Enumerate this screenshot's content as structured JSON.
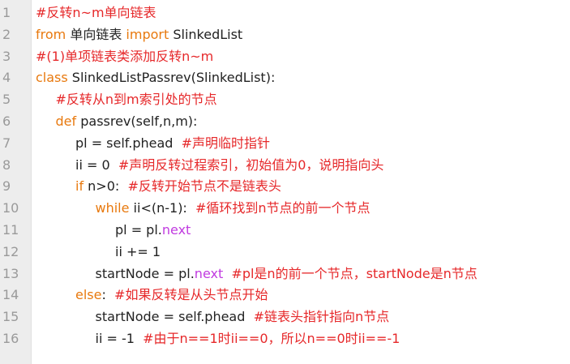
{
  "editor": {
    "lines": [
      {
        "num": "1",
        "indent": 0,
        "tokens": [
          {
            "t": "cm",
            "v": "#反转n~m单向链表"
          }
        ]
      },
      {
        "num": "2",
        "indent": 0,
        "tokens": [
          {
            "t": "kw",
            "v": "from"
          },
          {
            "t": "tx",
            "v": " 单向链表 "
          },
          {
            "t": "kw",
            "v": "import"
          },
          {
            "t": "tx",
            "v": " SlinkedList"
          }
        ]
      },
      {
        "num": "3",
        "indent": 0,
        "tokens": [
          {
            "t": "cm",
            "v": "#(1)单项链表类添加反转n~m"
          }
        ]
      },
      {
        "num": "4",
        "indent": 0,
        "tokens": [
          {
            "t": "kw",
            "v": "class"
          },
          {
            "t": "tx",
            "v": " SlinkedListPassrev(SlinkedList):"
          }
        ]
      },
      {
        "num": "5",
        "indent": 1,
        "tokens": [
          {
            "t": "cm",
            "v": "#反转从n到m索引处的节点"
          }
        ]
      },
      {
        "num": "6",
        "indent": 1,
        "tokens": [
          {
            "t": "kw",
            "v": "def"
          },
          {
            "t": "tx",
            "v": " passrev(self,n,m):"
          }
        ]
      },
      {
        "num": "7",
        "indent": 2,
        "tokens": [
          {
            "t": "tx",
            "v": "pl = self.phead  "
          },
          {
            "t": "cm",
            "v": "#声明临时指针"
          }
        ]
      },
      {
        "num": "8",
        "indent": 2,
        "tokens": [
          {
            "t": "tx",
            "v": "ii = 0  "
          },
          {
            "t": "cm",
            "v": "#声明反转过程索引，初始值为0，说明指向头"
          }
        ]
      },
      {
        "num": "9",
        "indent": 2,
        "tokens": [
          {
            "t": "kw",
            "v": "if"
          },
          {
            "t": "tx",
            "v": " n>0:  "
          },
          {
            "t": "cm",
            "v": "#反转开始节点不是链表头"
          }
        ]
      },
      {
        "num": "10",
        "indent": 3,
        "tokens": [
          {
            "t": "kw",
            "v": "while"
          },
          {
            "t": "tx",
            "v": " ii<(n-1):  "
          },
          {
            "t": "cm",
            "v": "#循环找到n节点的前一个节点"
          }
        ]
      },
      {
        "num": "11",
        "indent": 4,
        "tokens": [
          {
            "t": "tx",
            "v": "pl = pl."
          },
          {
            "t": "attr",
            "v": "next"
          }
        ]
      },
      {
        "num": "12",
        "indent": 4,
        "tokens": [
          {
            "t": "tx",
            "v": "ii += 1"
          }
        ]
      },
      {
        "num": "13",
        "indent": 3,
        "tokens": [
          {
            "t": "tx",
            "v": "startNode = pl."
          },
          {
            "t": "attr",
            "v": "next"
          },
          {
            "t": "tx",
            "v": "  "
          },
          {
            "t": "cm",
            "v": "#pl是n的前一个节点，startNode是n节点"
          }
        ]
      },
      {
        "num": "14",
        "indent": 2,
        "tokens": [
          {
            "t": "kw",
            "v": "else"
          },
          {
            "t": "tx",
            "v": ":  "
          },
          {
            "t": "cm",
            "v": "#如果反转是从头节点开始"
          }
        ]
      },
      {
        "num": "15",
        "indent": 3,
        "tokens": [
          {
            "t": "tx",
            "v": "startNode = self.phead  "
          },
          {
            "t": "cm",
            "v": "#链表头指针指向n节点"
          }
        ]
      },
      {
        "num": "16",
        "indent": 3,
        "tokens": [
          {
            "t": "tx",
            "v": "ii = -1  "
          },
          {
            "t": "cm",
            "v": "#由于n==1时ii==0，所以n==0时ii==-1"
          }
        ]
      }
    ]
  },
  "colors": {
    "comment": "#e6282a",
    "keyword": "#e8790e",
    "attribute": "#c13be0",
    "text": "#222222",
    "line_number": "#9a9a9a",
    "gutter": "#ededed",
    "background": "#ffffff"
  }
}
